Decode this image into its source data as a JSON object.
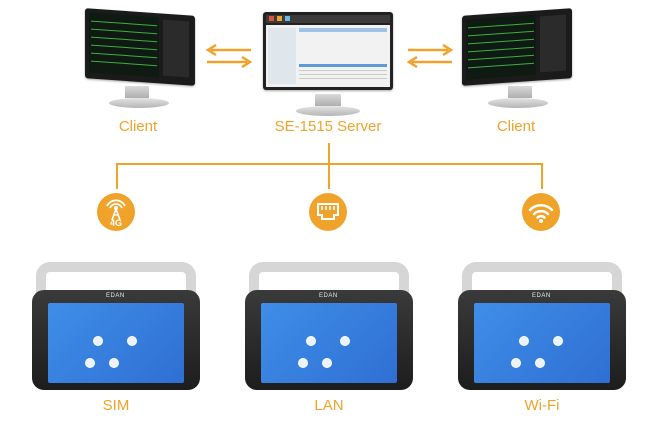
{
  "labels": {
    "client_left": "Client",
    "server": "SE-1515 Server",
    "client_right": "Client",
    "sim": "SIM",
    "lan": "LAN",
    "wifi": "Wi-Fi"
  },
  "icons": {
    "sim_badge": "4G",
    "device_brand": "EDAN"
  },
  "colors": {
    "accent": "#f0a32a",
    "screen_blue": "#3a86e6"
  }
}
